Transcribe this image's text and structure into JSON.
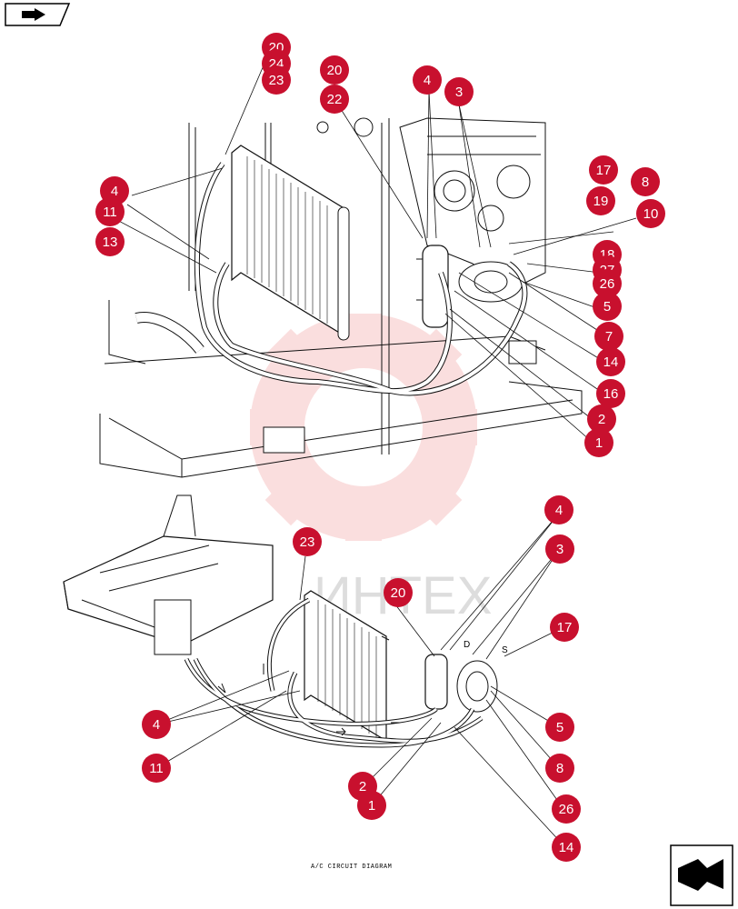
{
  "caption": "A/C CIRCUIT DIAGRAM",
  "watermark": "ИНТЕХ",
  "port_labels": {
    "discharge": "D",
    "suction": "S"
  },
  "colors": {
    "callout": "#c8102e",
    "watermark": "#f7c4c4"
  },
  "icons": {
    "top_left": "nav-arrow-icon",
    "bottom_right": "next-page-icon"
  },
  "top_view_callouts": [
    "20",
    "24",
    "23",
    "20",
    "22",
    "4",
    "3",
    "4",
    "11",
    "13",
    "17",
    "19",
    "8",
    "10",
    "18",
    "27",
    "26",
    "5",
    "7",
    "14",
    "16",
    "2",
    "1"
  ],
  "bottom_view_callouts": [
    "23",
    "20",
    "4",
    "3",
    "17",
    "4",
    "11",
    "5",
    "8",
    "2",
    "1",
    "26",
    "14"
  ]
}
